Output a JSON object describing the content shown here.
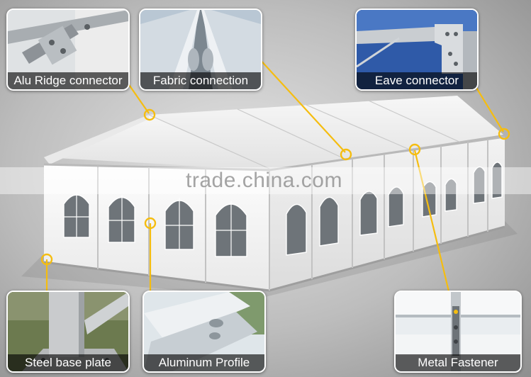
{
  "callouts": [
    {
      "label": "Alu Ridge connector"
    },
    {
      "label": "Fabric connection"
    },
    {
      "label": "Eave connector"
    },
    {
      "label": "Steel base plate"
    },
    {
      "label": "Aluminum Profile"
    },
    {
      "label": "Metal Fastener"
    }
  ],
  "watermark": "trade.china.com",
  "colors": {
    "callout_line": "#f5bd10",
    "caption_bg": "#000000",
    "caption_text": "#ffffff"
  }
}
